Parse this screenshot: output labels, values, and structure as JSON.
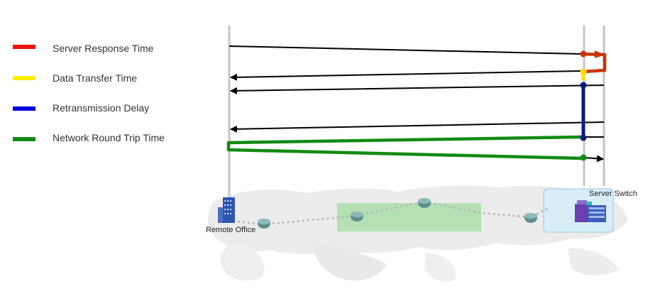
{
  "legend": [
    {
      "label": "Server Response Time",
      "color": "#ee1111"
    },
    {
      "label": "Data Transfer Time",
      "color": "#ffee00"
    },
    {
      "label": "Retransmission Delay",
      "color": "#0000dd"
    },
    {
      "label": "Network Round Trip Time",
      "color": "#138a13"
    }
  ],
  "nodes": {
    "remote_office": "Remote Office",
    "server_switch": "Server Switch"
  },
  "segment_colors": {
    "server_response": "#cc3300",
    "data_transfer": "#ffdd00",
    "retransmission": "#0a1a80",
    "round_trip": "#138a13"
  },
  "icons": {
    "remote_office": "office-building-icon",
    "server": "server-rack-icon",
    "router": "router-icon"
  },
  "map": {
    "highlight_color": "#8fd88f"
  }
}
